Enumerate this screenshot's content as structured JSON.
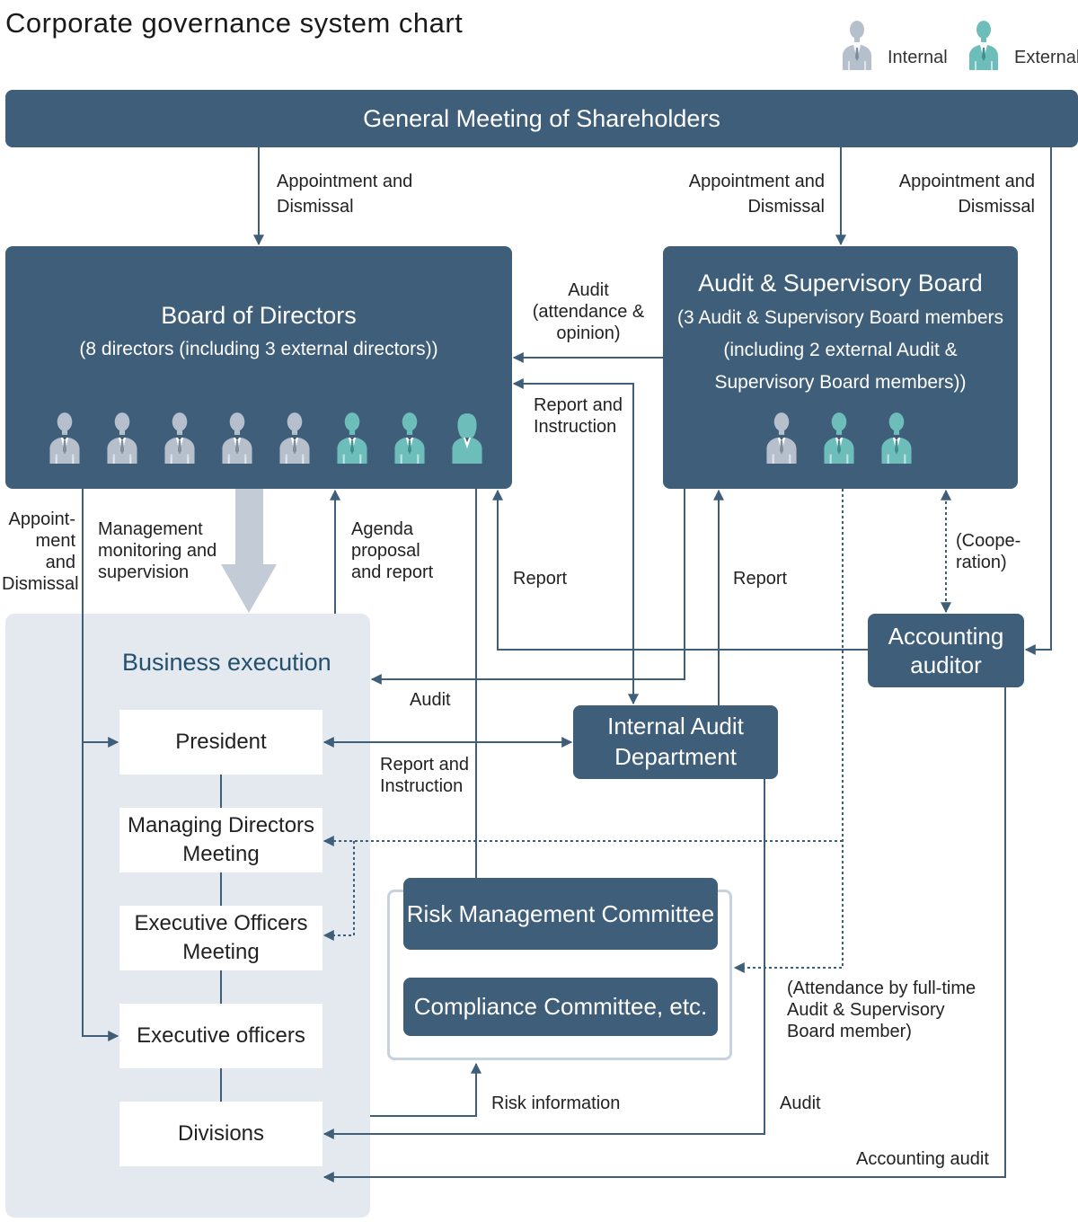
{
  "title": "Corporate governance system chart",
  "legend": {
    "internal": "Internal",
    "external": "External",
    "internal_color": "#b5c0cc",
    "external_color": "#6dbdbb"
  },
  "colors": {
    "box": "#3f5e79",
    "line": "#3f5e79",
    "business_bg": "#e4e9f0",
    "arrow_gray": "#c3ccd6"
  },
  "gms": {
    "label": "General Meeting of Shareholders"
  },
  "board": {
    "title": "Board of Directors",
    "subtitle": "(8 directors (including 3 external directors))",
    "members": [
      "internal-male",
      "internal-male",
      "internal-male",
      "internal-male",
      "internal-male",
      "external-male",
      "external-male",
      "external-female"
    ]
  },
  "audit_board": {
    "title": "Audit & Supervisory Board",
    "sub1": "(3 Audit & Supervisory Board members",
    "sub2": "(including 2 external Audit &",
    "sub3": "Supervisory Board members))",
    "members": [
      "internal-male",
      "external-male",
      "external-male"
    ]
  },
  "accounting_auditor": {
    "line1": "Accounting",
    "line2": "auditor"
  },
  "internal_audit": {
    "line1": "Internal Audit",
    "line2": "Department"
  },
  "business": {
    "title": "Business execution",
    "president": "President",
    "mdm1": "Managing Directors",
    "mdm2": "Meeting",
    "eom1": "Executive Officers",
    "eom2": "Meeting",
    "executives": "Executive officers",
    "divisions": "Divisions"
  },
  "committees": {
    "risk": "Risk Management Committee",
    "compliance": "Compliance Committee, etc."
  },
  "labels": {
    "appt1_l1": "Appointment and",
    "appt1_l2": "Dismissal",
    "appt2_l1": "Appointment and",
    "appt2_l2": "Dismissal",
    "appt3_l1": "Appointment and",
    "appt3_l2": "Dismissal",
    "audit_att_l1": "Audit",
    "audit_att_l2": "(attendance &",
    "audit_att_l3": "opinion)",
    "rep_inst1_l1": "Report and",
    "rep_inst1_l2": "Instruction",
    "appt_left_l1": "Appoint-",
    "appt_left_l2": "ment",
    "appt_left_l3": "and",
    "appt_left_l4": "Dismissal",
    "mgmt_l1": "Management",
    "mgmt_l2": "monitoring and",
    "mgmt_l3": "supervision",
    "agenda_l1": "Agenda",
    "agenda_l2": "proposal",
    "agenda_l3": "and report",
    "report1": "Report",
    "report2": "Report",
    "coop_l1": "(Coope-",
    "coop_l2": "ration)",
    "audit1": "Audit",
    "rep_inst2_l1": "Report and",
    "rep_inst2_l2": "Instruction",
    "attendance_l1": "(Attendance by full-time",
    "attendance_l2": "Audit & Supervisory",
    "attendance_l3": "Board member)",
    "risk_info": "Risk information",
    "audit2": "Audit",
    "acc_audit": "Accounting audit"
  }
}
